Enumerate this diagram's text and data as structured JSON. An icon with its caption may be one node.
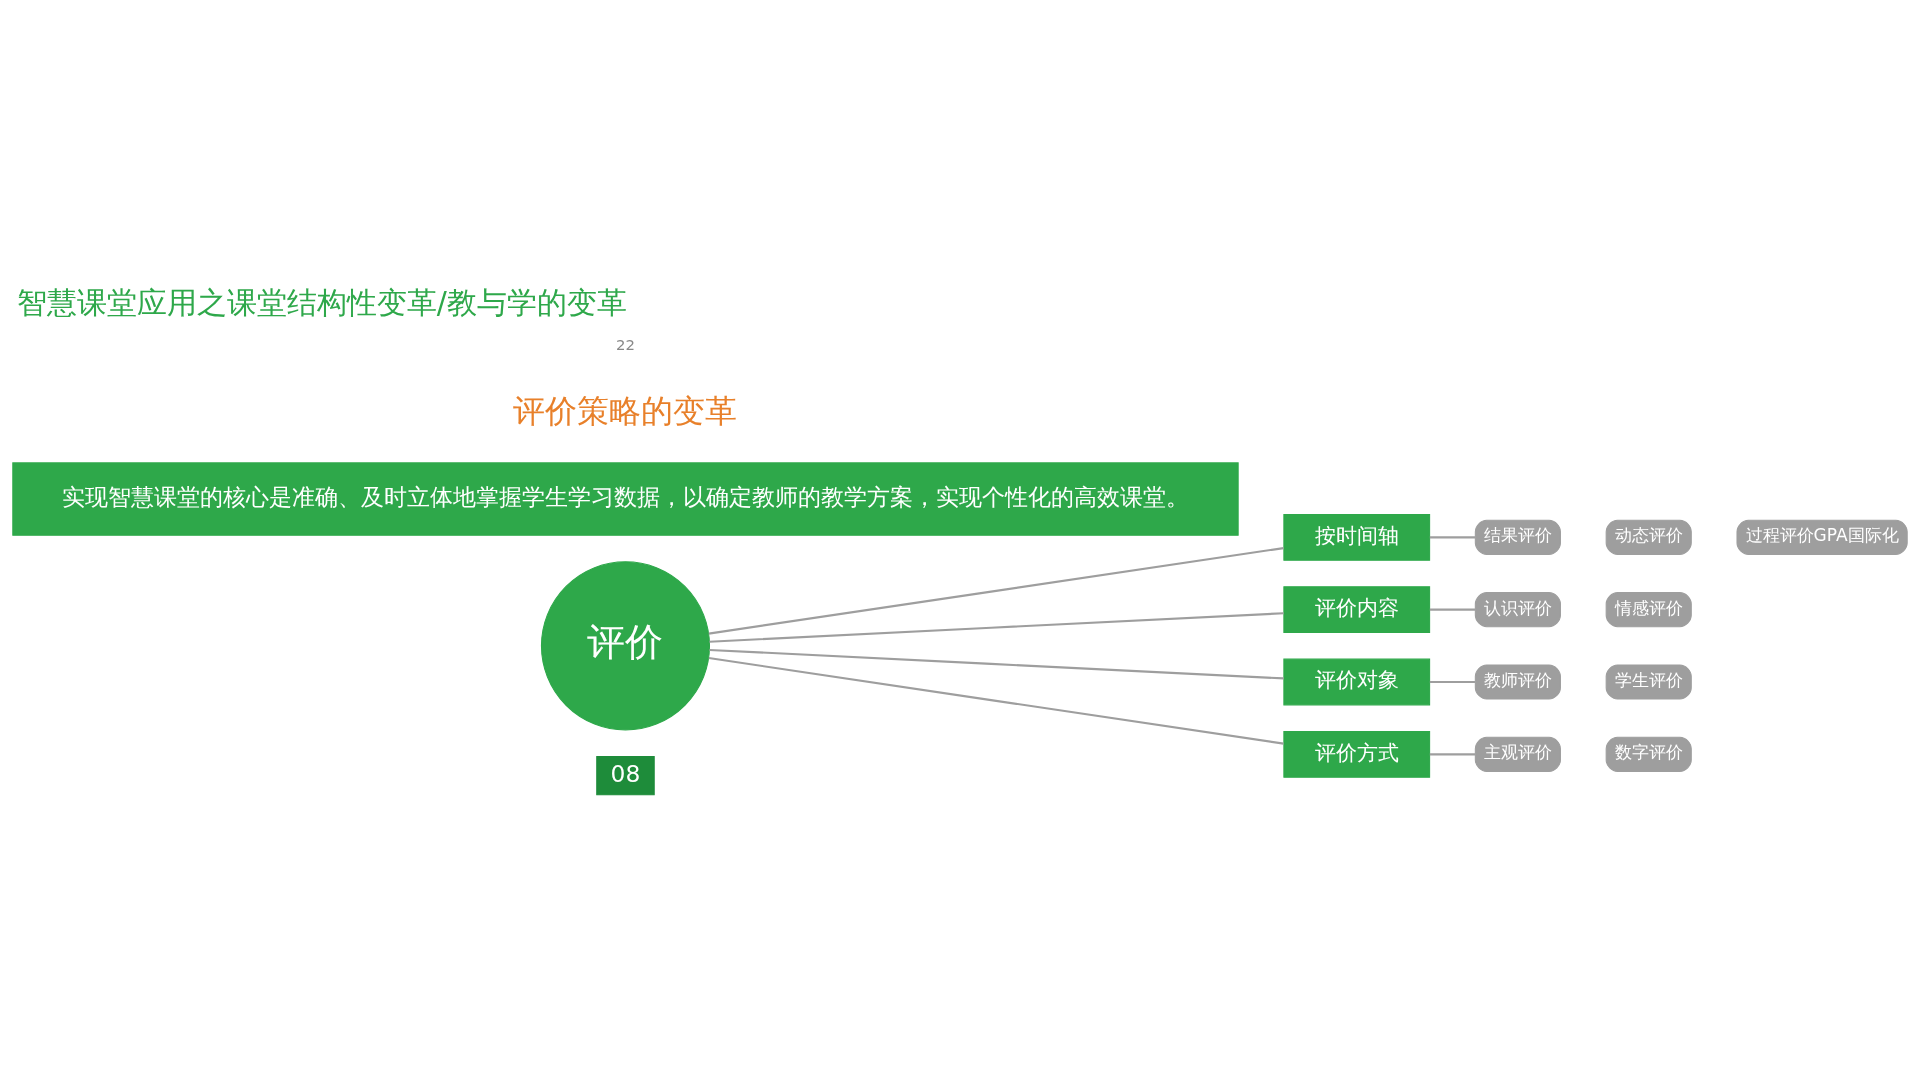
{
  "diagram": {
    "title": "智慧课堂应用之课堂结构性变革/教与学的变革",
    "nodes": [
      {
        "text": [
          "08"
        ]
      },
      {
        "text": [
          "评价"
        ]
      },
      {
        "text": [
          "按时间轴"
        ]
      },
      {
        "text": [
          "结果评价"
        ]
      },
      {
        "text": [
          "动态评价"
        ]
      },
      {
        "text": [
          "过程评价GPA国际化"
        ]
      },
      {
        "text": [
          "评价内容"
        ]
      },
      {
        "text": [
          "认识评价"
        ]
      },
      {
        "text": [
          "情感评价"
        ]
      },
      {
        "text": [
          "评价对象"
        ]
      },
      {
        "text": [
          "教师评价"
        ]
      },
      {
        "text": [
          "学生评价"
        ]
      },
      {
        "text": [
          "评价方式"
        ]
      },
      {
        "text": [
          "主观评价"
        ]
      },
      {
        "text": [
          "数字评价"
        ]
      },
      {
        "text": [
          "实现智慧课堂的核心是准确、及时立体地掌握学生学习数据，以确定教师的教学方案，实现个性化的高效课堂。"
        ]
      }
    ],
    "edges": [
      {
        "from": 1,
        "to": 2,
        "arrow": "none"
      },
      {
        "from": 1,
        "to": 6,
        "arrow": "none"
      },
      {
        "from": 1,
        "to": 9,
        "arrow": "none"
      },
      {
        "from": 1,
        "to": 12,
        "arrow": "none"
      },
      {
        "from": 2,
        "to": 3,
        "arrow": "none"
      },
      {
        "from": 6,
        "to": 7,
        "arrow": "none"
      },
      {
        "from": 9,
        "to": 10,
        "arrow": "none"
      },
      {
        "from": 12,
        "to": 13,
        "arrow": "none"
      }
    ],
    "labels": [
      "评价策略的变革",
      "22"
    ]
  }
}
